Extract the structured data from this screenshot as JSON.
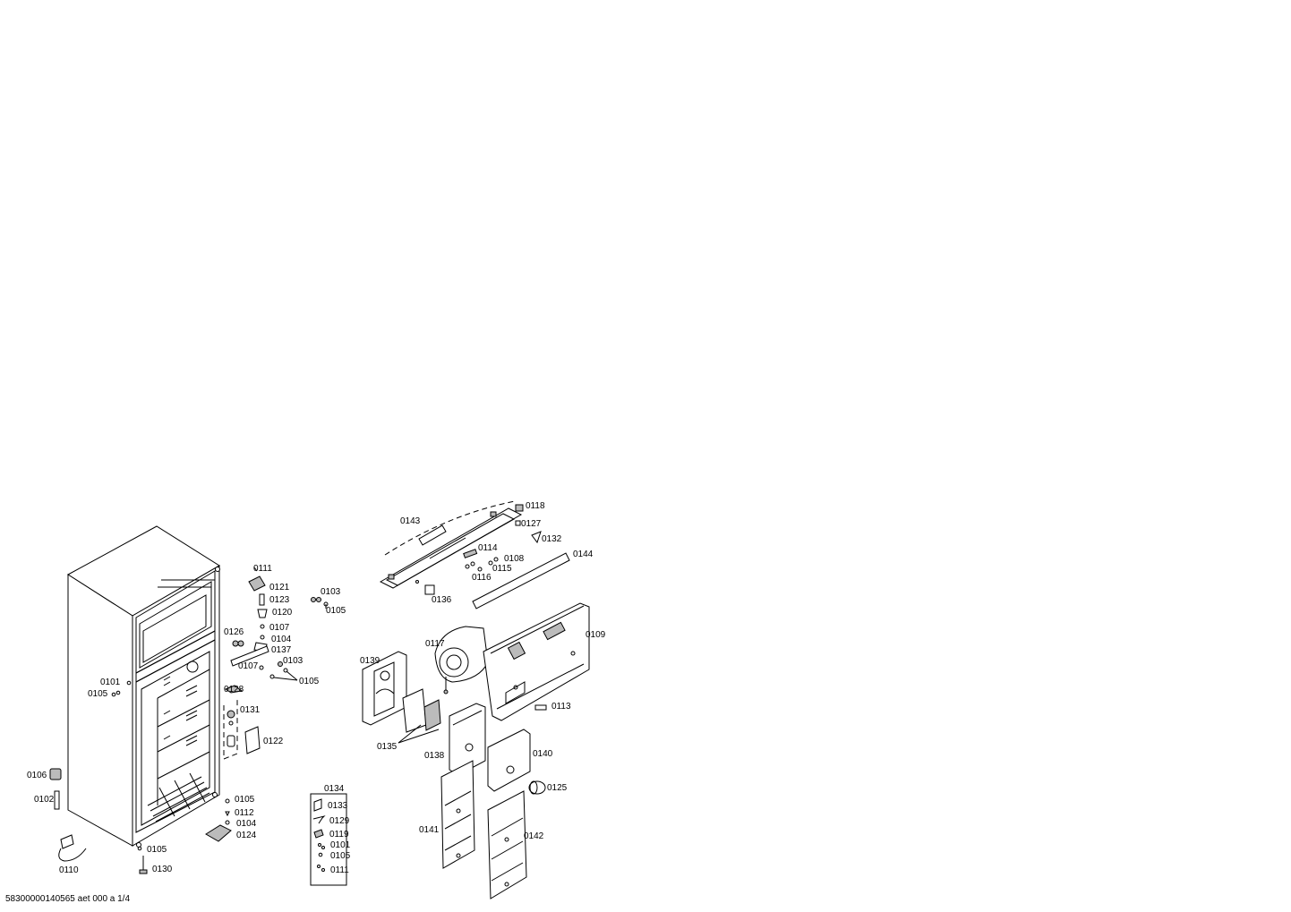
{
  "footer": "58300000140565 aet 000 a 1/4",
  "labels": {
    "p0101a": "0101",
    "p0105a": "0105",
    "p0106": "0106",
    "p0102": "0102",
    "p0110": "0110",
    "p0105b": "0105",
    "p0130": "0130",
    "p0111a": "0111",
    "p0121": "0121",
    "p0123": "0123",
    "p0120": "0120",
    "p0126": "0126",
    "p0107a": "0107",
    "p0104a": "0104",
    "p0137": "0137",
    "p0107b": "0107",
    "p0103a": "0103",
    "p0105c": "0105",
    "p0128": "0128",
    "p0103b": "0103",
    "p0105d": "0105",
    "p0131": "0131",
    "p0122": "0122",
    "p0105e": "0105",
    "p0112": "0112",
    "p0104b": "0104",
    "p0124": "0124",
    "p0134": "0134",
    "p0133": "0133",
    "p0129": "0129",
    "p0119": "0119",
    "p0101b": "0101",
    "p0105f": "0105",
    "p0111b": "0111",
    "p0143": "0143",
    "p0118": "0118",
    "p0127": "0127",
    "p0132": "0132",
    "p0114": "0114",
    "p0108": "0108",
    "p0115": "0115",
    "p0116": "0116",
    "p0144": "0144",
    "p0136": "0136",
    "p0117": "0117",
    "p0109": "0109",
    "p0139": "0139",
    "p0113": "0113",
    "p0135": "0135",
    "p0138": "0138",
    "p0140": "0140",
    "p0125": "0125",
    "p0141": "0141",
    "p0142": "0142"
  }
}
